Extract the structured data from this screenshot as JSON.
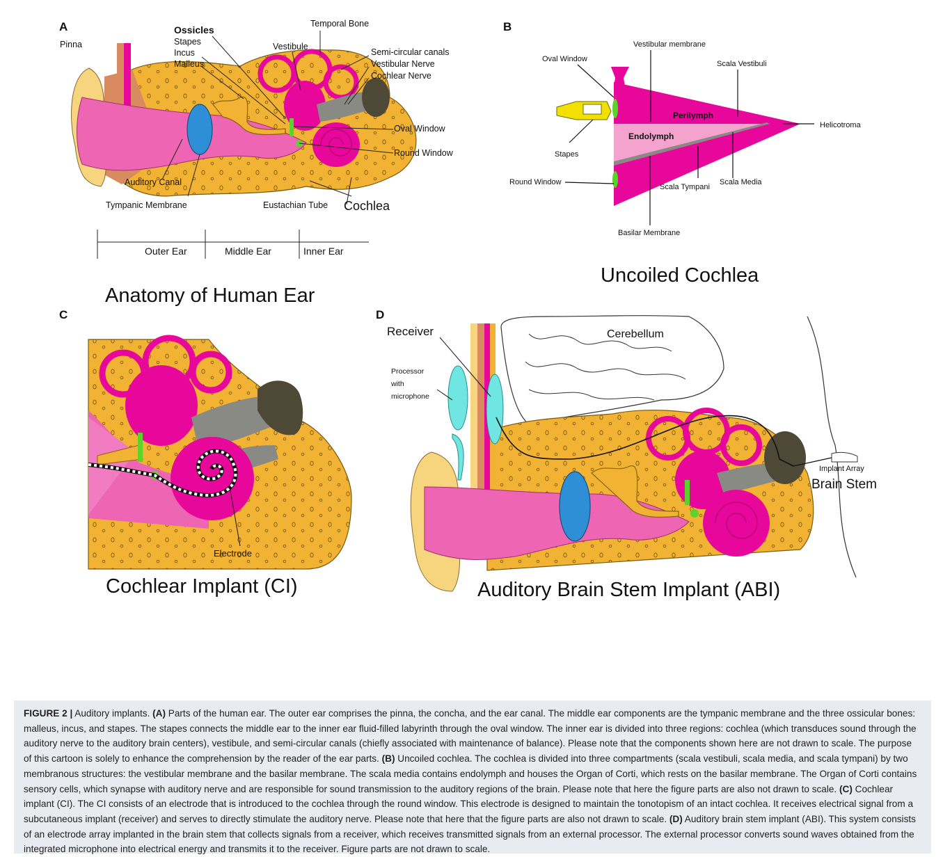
{
  "panels": {
    "A": {
      "letter": "A",
      "title": "Anatomy of Human Ear",
      "labels": {
        "pinna": "Pinna",
        "ossicles": "Ossicles",
        "stapes": "Stapes",
        "incus": "Incus",
        "malleus": "Malleus",
        "vestibule": "Vestibule",
        "temporal_bone": "Temporal Bone",
        "semicircular": "Semi-circular canals",
        "vestibular_nerve": "Vestibular Nerve",
        "cochlear_nerve": "Cochlear Nerve",
        "oval_window": "Oval Window",
        "round_window": "Round Window",
        "auditory_canal": "Auditory Canal",
        "tympanic_membrane": "Tympanic Membrane",
        "eustachian_tube": "Eustachian Tube",
        "cochlea": "Cochlea"
      },
      "regions": [
        "Outer Ear",
        "Middle Ear",
        "Inner Ear"
      ]
    },
    "B": {
      "letter": "B",
      "title": "Uncoiled Cochlea",
      "labels": {
        "vestibular_membrane": "Vestibular membrane",
        "oval_window": "Oval Window",
        "scala_vestibuli": "Scala Vestibuli",
        "perilymph": "Perilymph",
        "endolymph": "Endolymph",
        "helicotroma": "Helicotroma",
        "stapes": "Stapes",
        "round_window": "Round Window",
        "scala_tympani": "Scala Tympani",
        "scala_media": "Scala Media",
        "basilar_membrane": "Basilar Membrane"
      }
    },
    "C": {
      "letter": "C",
      "title": "Cochlear Implant (CI)",
      "labels": {
        "electrode": "Electrode"
      }
    },
    "D": {
      "letter": "D",
      "title": "Auditory Brain Stem Implant (ABI)",
      "labels": {
        "receiver": "Receiver",
        "cerebellum": "Cerebellum",
        "processor_line1": "Processor",
        "processor_line2": "with",
        "processor_line3": "microphone",
        "implant_array": "Implant Array",
        "brain_stem": "Brain Stem"
      }
    }
  },
  "caption": {
    "figure_label": "FIGURE 2 |",
    "intro": " Auditory implants. ",
    "a_tag": "(A)",
    "a_text": " Parts of the human ear. The outer ear comprises the pinna, the concha, and the ear canal. The middle ear components are the tympanic membrane and the three ossicular bones: malleus, incus, and stapes. The stapes connects the middle ear to the inner ear fluid-filled labyrinth through the oval window. The inner ear is divided into three regions: cochlea (which transduces sound through the auditory nerve to the auditory brain centers), vestibule, and semi-circular canals (chiefly associated with maintenance of balance). Please note that the components shown here are not drawn to scale. The purpose of this cartoon is solely to enhance the comprehension by the reader of the ear parts. ",
    "b_tag": "(B)",
    "b_text": " Uncoiled cochlea. The cochlea is divided into three compartments (scala vestibuli, scala media, and scala tympani) by two membranous structures: the vestibular membrane and the basilar membrane. The scala media contains endolymph and houses the Organ of Corti, which rests on the basilar membrane. The Organ of Corti contains sensory cells, which synapse with auditory nerve and are responsible for sound transmission to the auditory regions of the brain. Please note that here the figure parts are also not drawn to scale. ",
    "c_tag": "(C)",
    "c_text": " Cochlear implant (CI). The CI consists of an electrode that is introduced to the cochlea through the round window. This electrode is designed to maintain the tonotopism of an intact cochlea. It receives electrical signal from a subcutaneous implant (receiver) and serves to directly stimulate the auditory nerve. Please note that here that the figure parts are also not drawn to scale. ",
    "d_tag": "(D)",
    "d_text": " Auditory brain stem implant (ABI). This system consists of an electrode array implanted in the brain stem that collects signals from a receiver, which receives transmitted signals from an external processor. The external processor converts sound waves obtained from the integrated microphone into electrical energy and transmits it to the receiver. Figure parts are not drawn to scale."
  },
  "colors": {
    "bone": "#f2b233",
    "pink": "#ee65b3",
    "magenta": "#e8079b",
    "skin": "#f7d47e",
    "flesh": "#d98b5f",
    "nerve": "#8a8a85",
    "dark": "#4e4836",
    "blue": "#2f8fd6",
    "green": "#5bd32a",
    "cyan": "#6fe6e2",
    "caption_bg": "#e8ebef"
  }
}
